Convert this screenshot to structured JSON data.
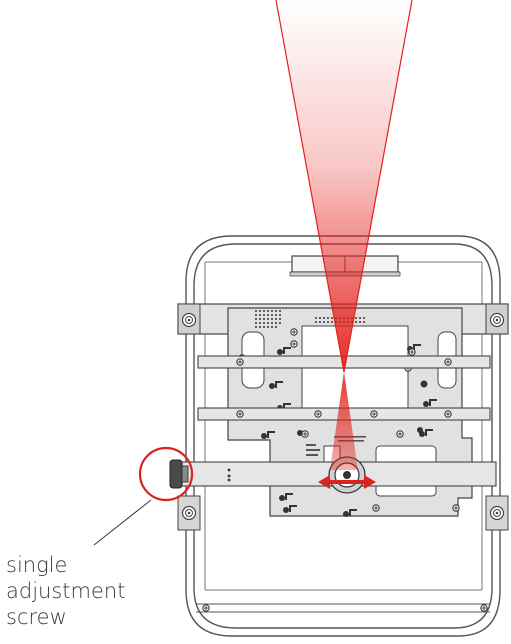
{
  "callout": {
    "lines": [
      "single",
      "adjustment",
      "screw"
    ]
  },
  "colors": {
    "frame_stroke": "#555555",
    "plate_fill": "#dcdcdc",
    "beam_red": "#e3201b",
    "circle_red": "#d9231d",
    "arrow_red": "#d9231d"
  }
}
